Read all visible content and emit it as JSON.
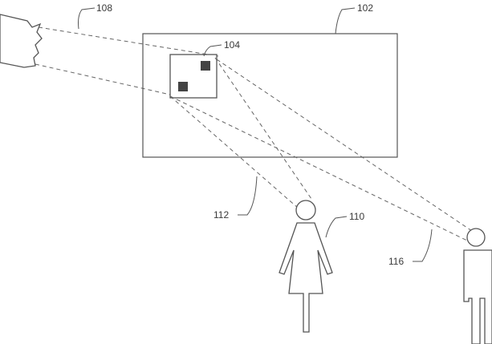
{
  "figure": {
    "labels": {
      "projector": "108",
      "display_surface": "102",
      "projected_content": "104",
      "viewer_one": "110",
      "viewer_one_sightline": "112",
      "viewer_two_sightline": "116"
    },
    "icons": {
      "projector": "projector-icon",
      "viewer_one": "female-figure-icon",
      "viewer_two": "male-figure-icon"
    },
    "colors": {
      "line": "#555555",
      "marker": "#444444"
    }
  }
}
